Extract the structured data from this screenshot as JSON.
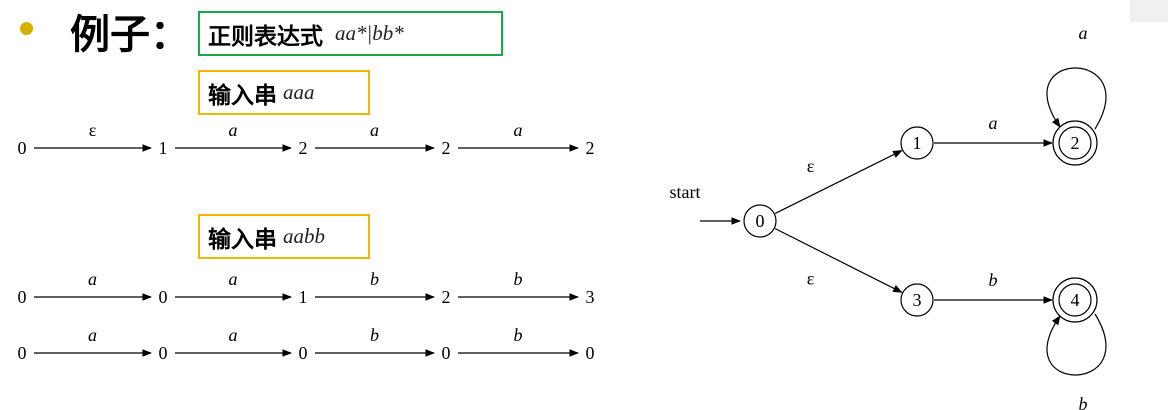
{
  "title": {
    "heading": "例子：",
    "regex_label": "正则表达式",
    "regex_math": "aa*|bb*"
  },
  "inputs": [
    {
      "label": "输入串",
      "string": "aaa",
      "sequences": [
        {
          "states": [
            "0",
            "1",
            "2",
            "2",
            "2"
          ],
          "symbols": [
            "ε",
            "a",
            "a",
            "a"
          ]
        }
      ]
    },
    {
      "label": "输入串",
      "string": "aabb",
      "sequences": [
        {
          "states": [
            "0",
            "0",
            "1",
            "2",
            "3"
          ],
          "symbols": [
            "a",
            "a",
            "b",
            "b"
          ]
        },
        {
          "states": [
            "0",
            "0",
            "0",
            "0",
            "0"
          ],
          "symbols": [
            "a",
            "a",
            "b",
            "b"
          ]
        }
      ]
    }
  ],
  "nfa": {
    "start_label": "start",
    "states": [
      {
        "id": "0",
        "accepting": false
      },
      {
        "id": "1",
        "accepting": false
      },
      {
        "id": "2",
        "accepting": true
      },
      {
        "id": "3",
        "accepting": false
      },
      {
        "id": "4",
        "accepting": true
      }
    ],
    "transitions": [
      {
        "from": "0",
        "to": "1",
        "symbol": "ε"
      },
      {
        "from": "0",
        "to": "3",
        "symbol": "ε"
      },
      {
        "from": "1",
        "to": "2",
        "symbol": "a"
      },
      {
        "from": "2",
        "to": "2",
        "symbol": "a"
      },
      {
        "from": "3",
        "to": "4",
        "symbol": "b"
      },
      {
        "from": "4",
        "to": "4",
        "symbol": "b"
      }
    ]
  },
  "colors": {
    "bullet": "#d4b000",
    "regex_box_border": "#1aa84a",
    "input_box_border": "#f2b800",
    "ink": "#000000"
  }
}
